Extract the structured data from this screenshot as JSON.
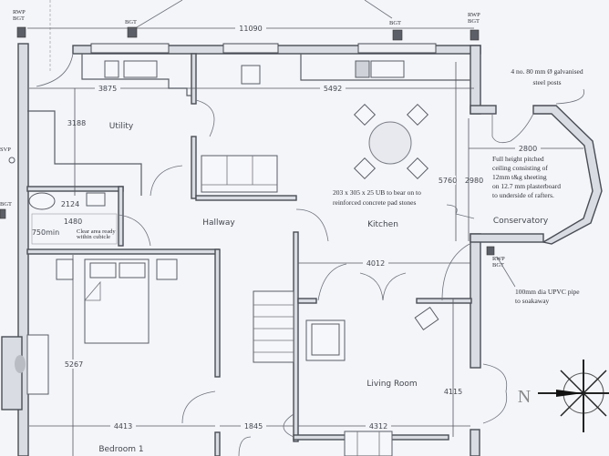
{
  "rooms": {
    "utility": "Utility",
    "hallway": "Hallway",
    "kitchen": "Kitchen",
    "conservatory": "Conservatory",
    "living_room": "Living Room",
    "bedroom1": "Bedroom 1"
  },
  "dimensions": {
    "overall_width": "11090",
    "utility_width": "3875",
    "kitchen_width": "5492",
    "utility_depth": "3188",
    "wc_width": "2124",
    "wc_depth": "1480",
    "wc_clearance": "750min",
    "kitchen_depth": "5760",
    "conservatory_depth": "2980",
    "conservatory_width": "2800",
    "living_width": "4012",
    "living_depth": "4115",
    "living_width_lower": "4312",
    "bedroom_depth": "5267",
    "bedroom_width": "4413",
    "hall_width": "1845"
  },
  "tags": {
    "rwp_bgt_top_left_1": "RWP",
    "rwp_bgt_top_left_2": "BGT",
    "bgt_top_mid": "BGT",
    "bgt_top_right": "BGT",
    "rwp_bgt_top_right_1": "RWP",
    "rwp_bgt_top_right_2": "BGT",
    "svp_left": "SVP",
    "bgt_left": "BGT",
    "rwp_bgt_right_1": "RWP",
    "rwp_bgt_right_2": "BGT"
  },
  "notes": {
    "posts": [
      "4 no. 80 mm Ø galvanised",
      "steel posts"
    ],
    "ceiling": [
      "Full height pitched",
      "ceiling consisting of",
      "12mm t&g sheeting",
      "on 12.7 mm plasterboard",
      "to underside of rafters."
    ],
    "beam": [
      "203 x 305 x 25 UB to bear on to",
      "reinforced concrete pad stones"
    ],
    "pipe": [
      "100mm dia UPVC pipe",
      "to soakaway"
    ],
    "wc_clear": [
      "Clear area ready",
      "within cubicle"
    ]
  },
  "compass": {
    "north_label": "N"
  }
}
